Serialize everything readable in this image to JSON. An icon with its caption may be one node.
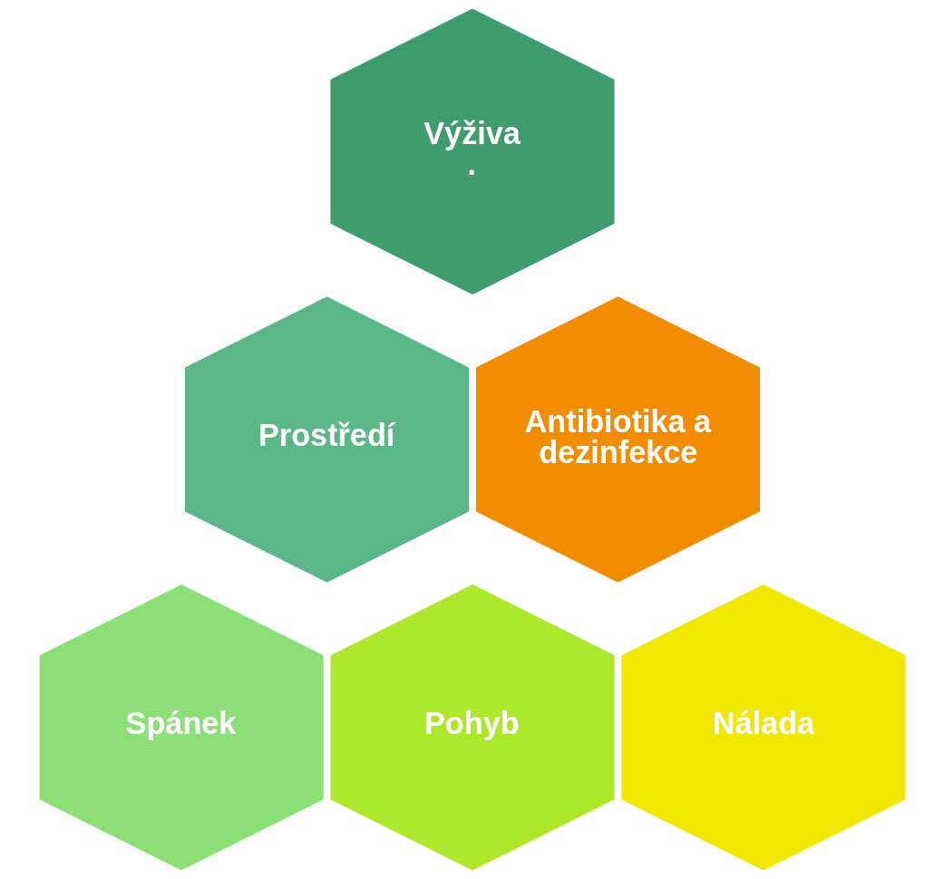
{
  "diagram": {
    "nodes": [
      {
        "text": [
          "Výživa",
          "."
        ]
      },
      {
        "text": [
          "Prostředí"
        ]
      },
      {
        "text": [
          "Antibiotika a dezinfekce"
        ]
      },
      {
        "text": [
          "Spánek"
        ]
      },
      {
        "text": [
          "Pohyb"
        ]
      },
      {
        "text": [
          "Nálada"
        ]
      }
    ],
    "edges": []
  }
}
